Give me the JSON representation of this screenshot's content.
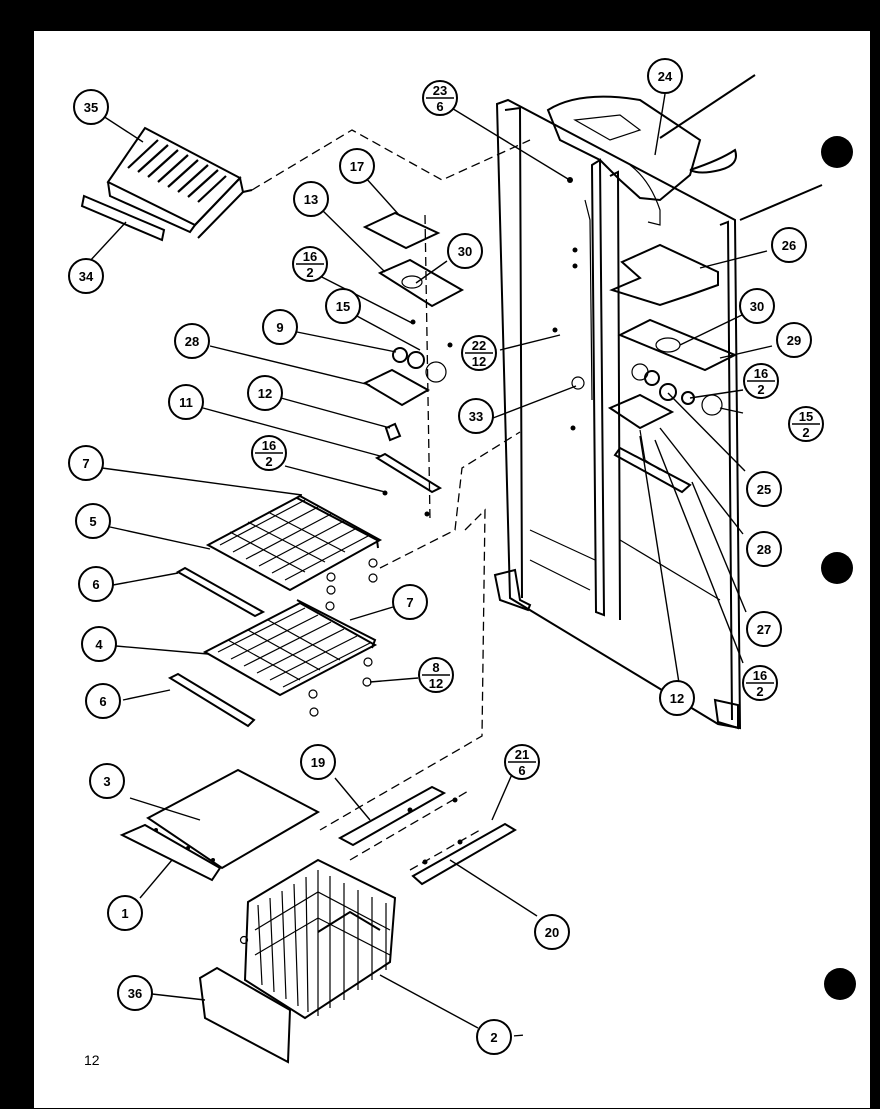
{
  "page_number": "12",
  "callouts": {
    "c35": "35",
    "c34": "34",
    "c17": "17",
    "c13": "13",
    "c16a_top": "16",
    "c16a_bot": "2",
    "c30a": "30",
    "c15": "15",
    "c9": "9",
    "c28a": "28",
    "c12a": "12",
    "c11": "11",
    "c16b_top": "16",
    "c16b_bot": "2",
    "c7a": "7",
    "c5": "5",
    "c6a": "6",
    "c4": "4",
    "c7b": "7",
    "c6b": "6",
    "c8_top": "8",
    "c8_bot": "12",
    "c23_top": "23",
    "c23_bot": "6",
    "c24": "24",
    "c22_top": "22",
    "c22_bot": "12",
    "c33": "33",
    "c26": "26",
    "c30b": "30",
    "c29": "29",
    "c16c_top": "16",
    "c16c_bot": "2",
    "c15b_top": "15",
    "c15b_bot": "2",
    "c25": "25",
    "c28b": "28",
    "c27": "27",
    "c16d_top": "16",
    "c16d_bot": "2",
    "c12b": "12",
    "c3": "3",
    "c19": "19",
    "c21_top": "21",
    "c21_bot": "6",
    "c1": "1",
    "c20": "20",
    "c36": "36",
    "c2": "2"
  },
  "colors": {
    "sheet": "#ffffff",
    "ink": "#000000",
    "border": "#000000"
  }
}
